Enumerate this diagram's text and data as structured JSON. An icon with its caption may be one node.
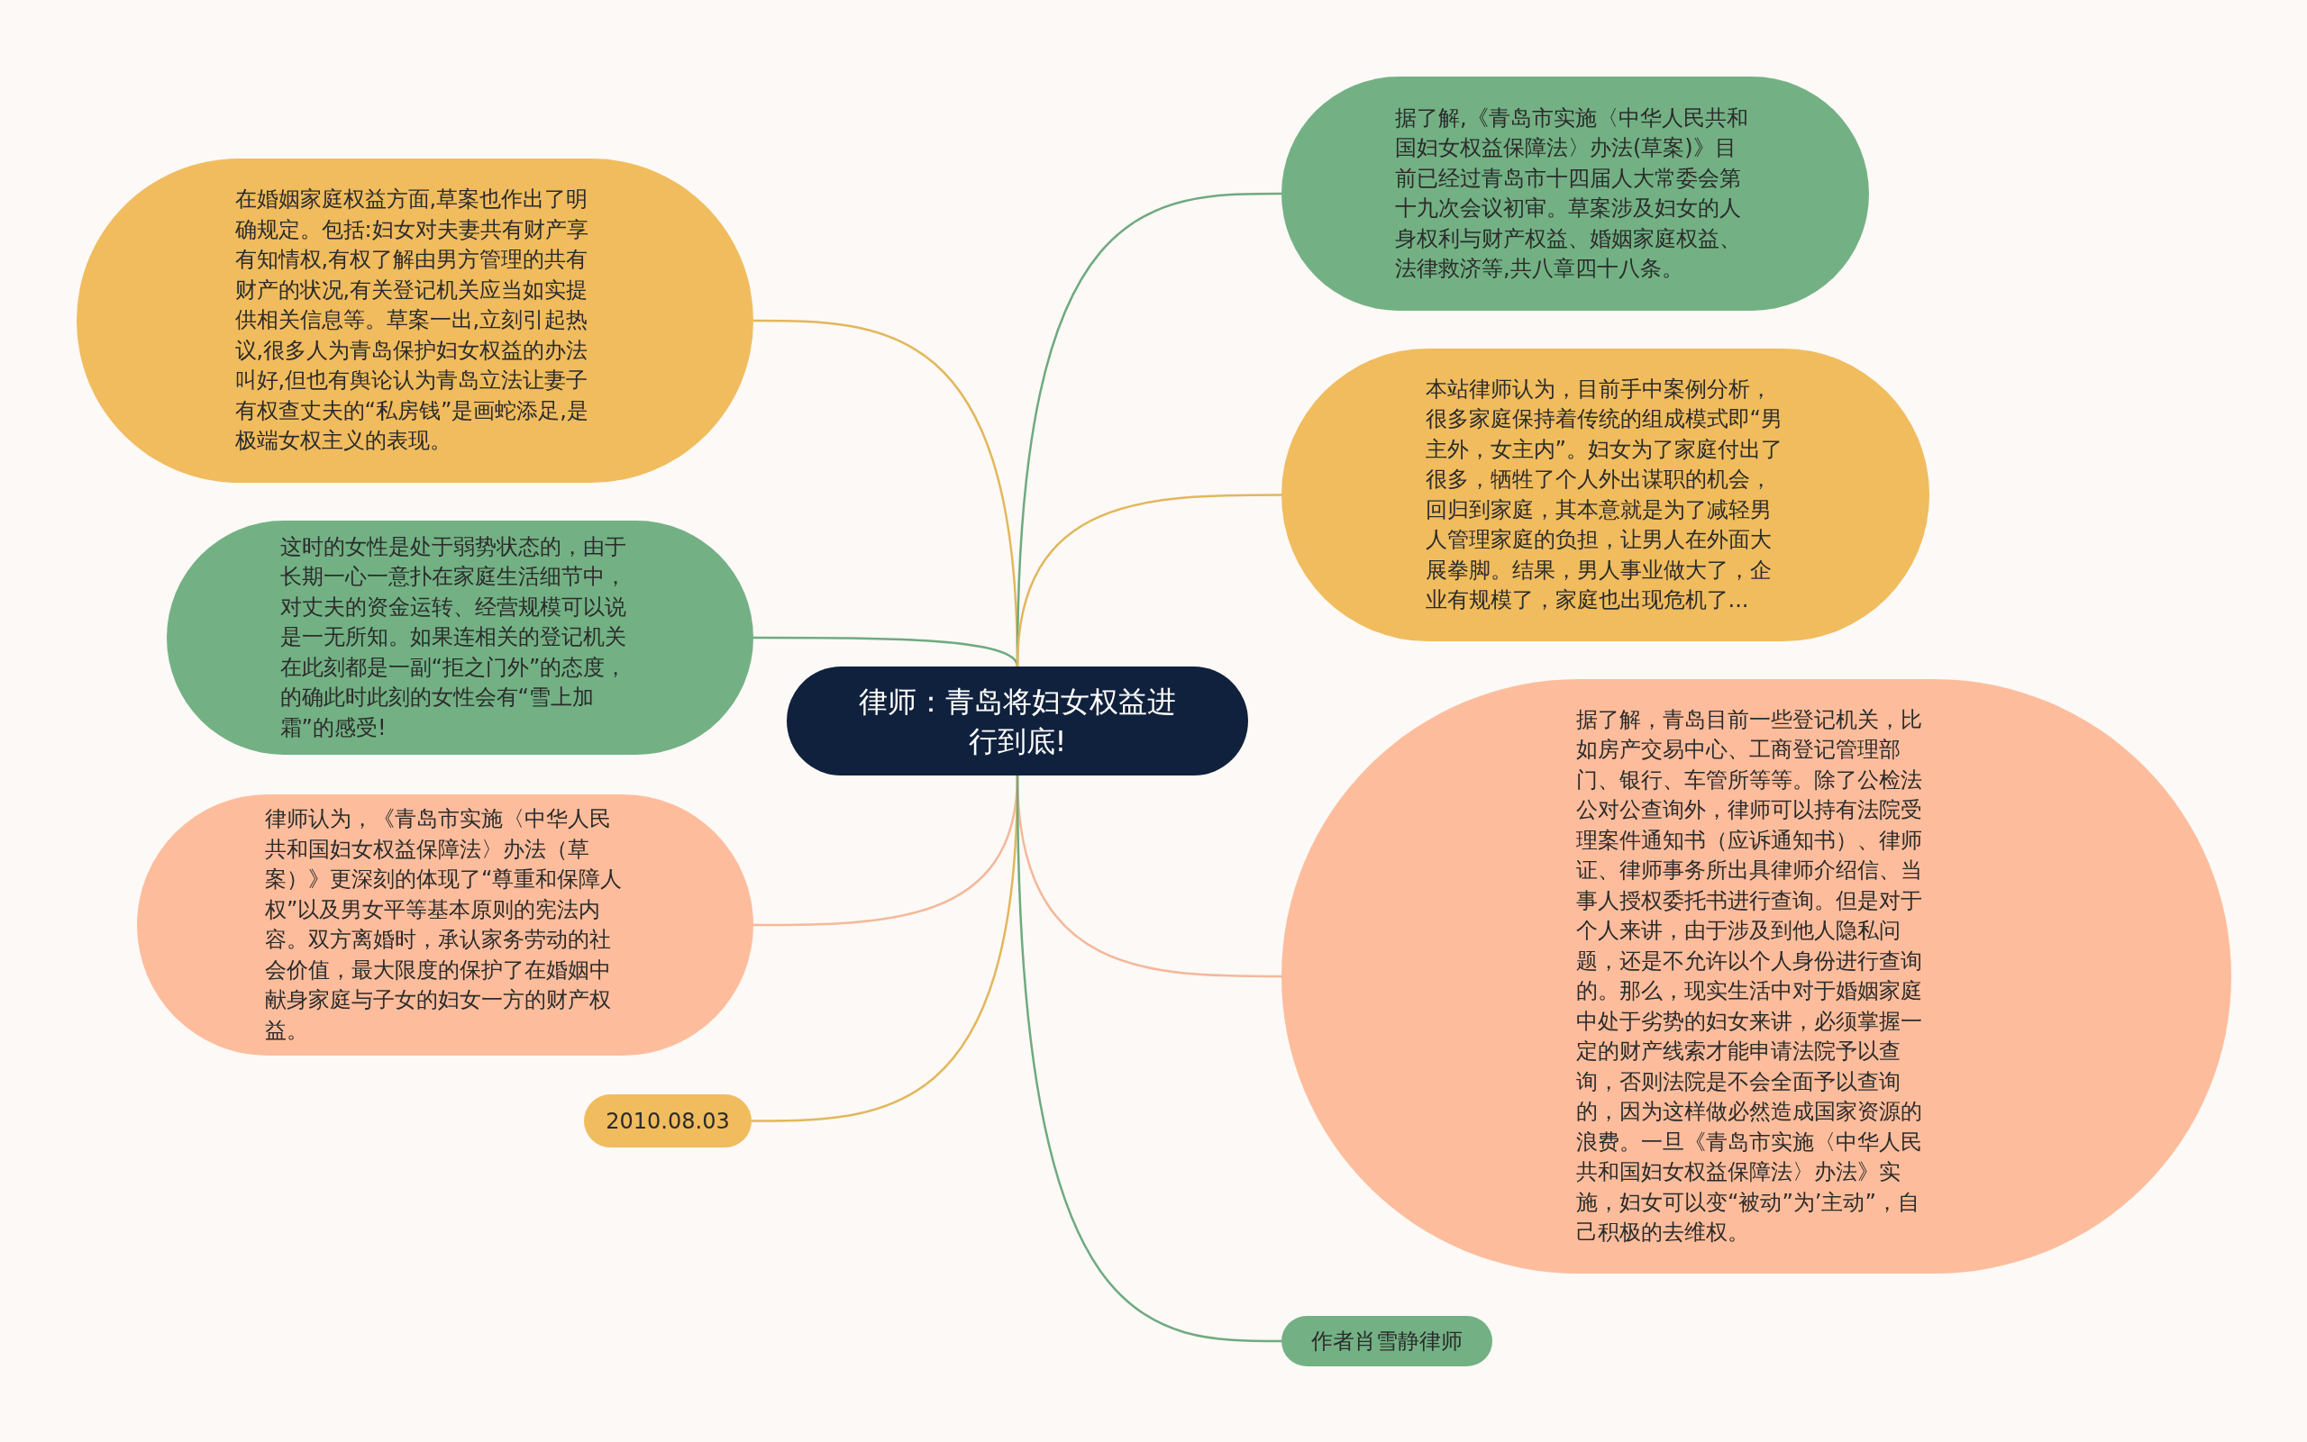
{
  "diagram": {
    "nodes": [
      {
        "text": [
          "律师：青岛将妇女权益进行到底!"
        ]
      },
      {
        "text": [
          "在婚姻家庭权益方面,草案也作出了明确规定。包括:妇女对夫妻共有财产享有知情权,有权了解由男方管理的共有财产的状况,有关登记机关应当如实提供相关信息等。草案一出,立刻引起热议,很多人为青岛保护妇女权益的办法叫好,但也有舆论认为青岛立法让妻子有权查丈夫的“私房钱”是画蛇添足,是极端女权主义的表现。"
        ]
      },
      {
        "text": [
          "这时的女性是处于弱势状态的，由于长期一心一意扑在家庭生活细节中，对丈夫的资金运转、经营规模可以说是一无所知。如果连相关的登记机关在此刻都是一副“拒之门外”的态度，的确此时此刻的女性会有“雪上加霜”的感受!"
        ]
      },
      {
        "text": [
          "律师认为，《青岛市实施〈中华人民共和国妇女权益保障法〉办法（草案）》更深刻的体现了“尊重和保障人权”以及男女平等基本原则的宪法内容。双方离婚时，承认家务劳动的社会价值，最大限度的保护了在婚姻中献身家庭与子女的妇女一方的财产权益。"
        ]
      },
      {
        "text": [
          "2010.08.03"
        ]
      },
      {
        "text": [
          "据了解,《青岛市实施〈中华人民共和国妇女权益保障法〉办法(草案)》目前已经过青岛市十四届人大常委会第十九次会议初审。草案涉及妇女的人身权利与财产权益、婚姻家庭权益、法律救济等,共八章四十八条。"
        ]
      },
      {
        "text": [
          "本站律师认为，目前手中案例分析，很多家庭保持着传统的组成模式即“男主外，女主内”。妇女为了家庭付出了很多，牺牲了个人外出谋职的机会，回归到家庭，其本意就是为了减轻男人管理家庭的负担，让男人在外面大展拳脚。结果，男人事业做大了，企业有规模了，家庭也出现危机了..."
        ]
      },
      {
        "text": [
          "据了解，青岛目前一些登记机关，比如房产交易中心、工商登记管理部门、银行、车管所等等。除了公检法公对公查询外，律师可以持有法院受理案件通知书（应诉通知书）、律师证、律师事务所出具律师介绍信、当事人授权委托书进行查询。但是对于个人来讲，由于涉及到他人隐私问题，还是不允许以个人身份进行查询的。那么，现实生活中对于婚姻家庭中处于劣势的妇女来讲，必须掌握一定的财产线索才能申请法院予以查询，否则法院是不会全面予以查询的，因为这样做必然造成国家资源的浪费。一旦《青岛市实施〈中华人民共和国妇女权益保障法〉办法》实施，妇女可以变“被动”为’主动”，自己积极的去维权。"
        ]
      },
      {
        "text": [
          "作者肖雪静律师"
        ]
      }
    ],
    "edges": [
      {
        "from": 0,
        "to": 1,
        "arrow": "none",
        "color": "#e2b75c"
      },
      {
        "from": 0,
        "to": 2,
        "arrow": "none",
        "color": "#6faa80"
      },
      {
        "from": 0,
        "to": 3,
        "arrow": "none",
        "color": "#f4b899"
      },
      {
        "from": 0,
        "to": 4,
        "arrow": "none",
        "color": "#e2b75c"
      },
      {
        "from": 0,
        "to": 5,
        "arrow": "none",
        "color": "#6faa80"
      },
      {
        "from": 0,
        "to": 6,
        "arrow": "none",
        "color": "#e2b75c"
      },
      {
        "from": 0,
        "to": 7,
        "arrow": "none",
        "color": "#f4b899"
      },
      {
        "from": 0,
        "to": 8,
        "arrow": "none",
        "color": "#6faa80"
      }
    ]
  }
}
